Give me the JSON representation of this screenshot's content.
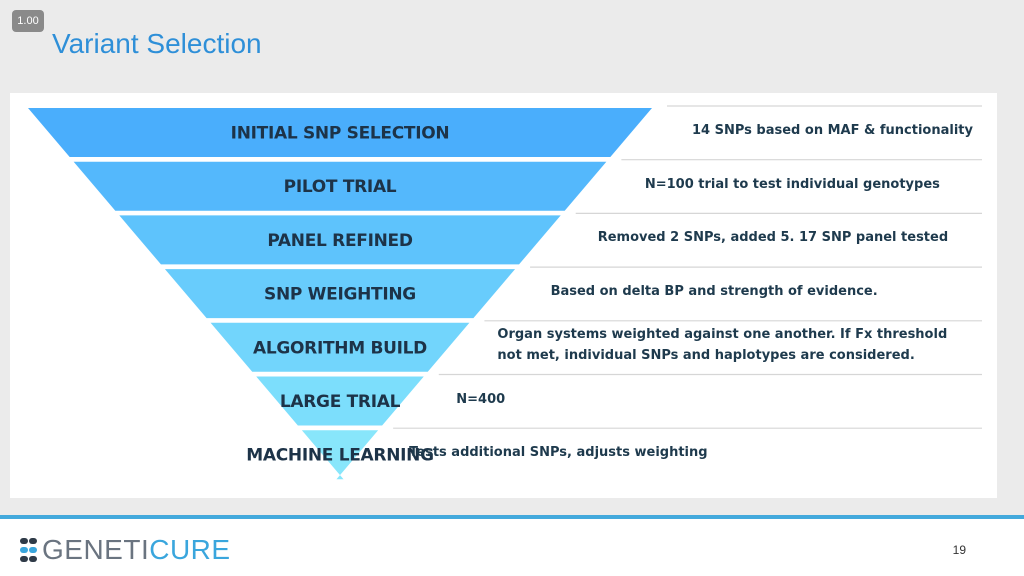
{
  "slide": {
    "zoom": "1.00",
    "title": "Variant Selection",
    "page_number": "19"
  },
  "colors": {
    "title": "#2e8fd8",
    "footer_rule": "#43a9dc",
    "stage_fills": [
      "#4aaefc",
      "#54b8fc",
      "#5ec3fc",
      "#68ccfc",
      "#72d5fc",
      "#7cdefc",
      "#88e6fb"
    ],
    "stage_text": "#1d3348",
    "description_text": "#1e3a4d"
  },
  "funnel": {
    "stages": [
      {
        "label": "INITIAL SNP SELECTION",
        "description": [
          "14 SNPs based on MAF & functionality"
        ]
      },
      {
        "label": "PILOT TRIAL",
        "description": [
          "N=100 trial to test individual genotypes"
        ]
      },
      {
        "label": "PANEL REFINED",
        "description": [
          "Removed 2 SNPs, added 5. 17 SNP panel tested"
        ]
      },
      {
        "label": "SNP WEIGHTING",
        "description": [
          "Based on delta BP and strength of evidence."
        ]
      },
      {
        "label": "ALGORITHM BUILD",
        "description": [
          "Organ systems weighted against one another. If Fx threshold",
          "not met, individual SNPs and haplotypes are considered."
        ]
      },
      {
        "label": "LARGE TRIAL",
        "description": [
          "N=400"
        ]
      },
      {
        "label": "MACHINE LEARNING",
        "description": [
          "Tests additional SNPs, adjusts weighting"
        ]
      }
    ]
  },
  "footer": {
    "logo_part1": "GENETI",
    "logo_part2": "CURE"
  }
}
